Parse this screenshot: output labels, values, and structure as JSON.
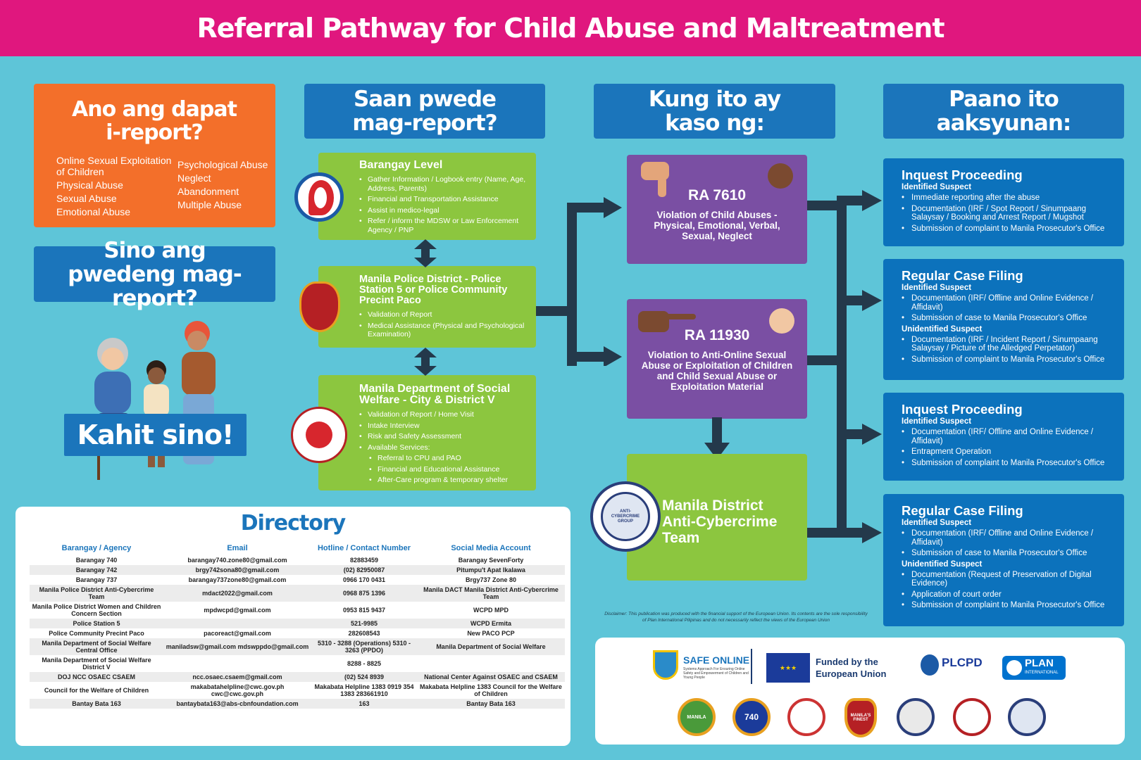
{
  "title": "Referral Pathway for Child Abuse and Maltreatment",
  "what_to_report": {
    "heading": "Ano ang dapat i-report?",
    "col1": [
      "Online Sexual Exploitation of Children",
      "Physical Abuse",
      "Sexual Abuse",
      "Emotional Abuse"
    ],
    "col2": [
      "Psychological Abuse",
      "Neglect",
      "Abandonment",
      "Multiple Abuse"
    ]
  },
  "who_can_report": {
    "heading": "Sino ang pwedeng mag-report?",
    "answer": "Kahit sino!"
  },
  "where_to_report": {
    "heading": "Saan pwede mag-report?",
    "barangay": {
      "title": "Barangay Level",
      "items": [
        "Gather Information / Logbook entry (Name, Age, Address, Parents)",
        "Financial and Transportation Assistance",
        "Assist in medico-legal",
        "Refer / inform the MDSW or Law Enforcement Agency / PNP"
      ]
    },
    "police": {
      "title": "Manila Police District - Police Station 5 or Police Community Precint Paco",
      "items": [
        "Validation of Report",
        "Medical Assistance (Physical and Psychological Examination)"
      ]
    },
    "dswd": {
      "title": "Manila Department of Social Welfare - City & District V",
      "items": [
        "Validation of Report / Home Visit",
        "Intake Interview",
        "Risk and Safety Assessment",
        "Available Services:"
      ],
      "subitems": [
        "Referral to CPU and PAO",
        "Financial and Educational Assistance",
        "After-Care program & temporary shelter"
      ]
    }
  },
  "case_of": {
    "heading": "Kung ito ay kaso ng:",
    "ra7610": {
      "title": "RA 7610",
      "desc": "Violation of Child Abuses - Physical, Emotional, Verbal, Sexual, Neglect"
    },
    "ra11930": {
      "title": "RA 11930",
      "desc": "Violation to Anti-Online Sexual Abuse or Exploitation of Children and Child Sexual Abuse or Exploitation Material"
    },
    "cyber": {
      "title": "Manila District Anti-Cybercrime Team",
      "seal_text": "ANTI-CYBERCRIME GROUP"
    }
  },
  "action": {
    "heading": "Paano ito aaksyunan:",
    "boxes": [
      {
        "title": "Inquest Proceeding",
        "groups": [
          {
            "label": "Identified Suspect",
            "items": [
              "Immediate reporting after the abuse",
              "Documentation (IRF / Spot Report / Sinumpaang Salaysay / Booking and  Arrest Report / Mugshot",
              "Submission of complaint to Manila Prosecutor's Office"
            ]
          }
        ]
      },
      {
        "title": "Regular Case Filing",
        "groups": [
          {
            "label": "Identified Suspect",
            "items": [
              "Documentation (IRF/ Offline and Online Evidence / Affidavit)",
              "Submission of case to Manila Prosecutor's Office"
            ]
          },
          {
            "label": "Unidentified Suspect",
            "items": [
              "Documentation (IRF / Incident Report / Sinumpaang Salaysay / Picture of the Alledged Perpetator)",
              "Submission of complaint to Manila Prosecutor's Office"
            ]
          }
        ]
      },
      {
        "title": "Inquest Proceeding",
        "groups": [
          {
            "label": "Identified Suspect",
            "items": [
              "Documentation (IRF/ Offline and Online Evidence / Affidavit)",
              "Entrapment Operation",
              "Submission of complaint to Manila Prosecutor's Office"
            ]
          }
        ]
      },
      {
        "title": "Regular Case Filing",
        "groups": [
          {
            "label": "Identified Suspect",
            "items": [
              "Documentation (IRF/ Offline and Online Evidence / Affidavit)",
              "Submission of case to Manila Prosecutor's Office"
            ]
          },
          {
            "label": "Unidentified Suspect",
            "items": [
              "Documentation (Request of Preservation of Digital Evidence)",
              "Application of court order",
              "Submission of complaint to Manila Prosecutor's Office"
            ]
          }
        ]
      }
    ]
  },
  "directory": {
    "heading": "Directory",
    "columns": [
      "Barangay / Agency",
      "Email",
      "Hotline / Contact Number",
      "Social Media Account"
    ],
    "rows": [
      [
        "Barangay 740",
        "barangay740.zone80@gmail.com",
        "82883459",
        "Barangay SevenForty"
      ],
      [
        "Barangay 742",
        "brgy742sona80@gmail.com",
        "(02) 82950087",
        "Pitumpu't Apat Ikalawa"
      ],
      [
        "Barangay 737",
        "barangay737zone80@gmail.com",
        "0966 170 0431",
        "Brgy737 Zone 80"
      ],
      [
        "Manila Police District Anti-Cybercrime Team",
        "mdact2022@gmail.com",
        "0968 875 1396",
        "Manila DACT Manila District Anti-Cybercrime Team"
      ],
      [
        "Manila Police District Women and Children Concern Section",
        "mpdwcpd@gmail.com",
        "0953 815 9437",
        "WCPD MPD"
      ],
      [
        "Police Station 5",
        "",
        "521-9985",
        "WCPD Ermita"
      ],
      [
        "Police Community Precint Paco",
        "pacoreact@gmail.com",
        "282608543",
        "New PACO PCP"
      ],
      [
        "Manila Department of Social Welfare Central Office",
        "maniladsw@gmail.com mdswppdo@gmail.com",
        "5310 - 3288 (Operations) 5310 - 3263 (PPDO)",
        "Manila Department of Social Welfare"
      ],
      [
        "Manila Department of Social Welfare District V",
        "",
        "8288 - 8825",
        ""
      ],
      [
        "DOJ NCC OSAEC CSAEM",
        "ncc.osaec.csaem@gmail.com",
        "(02) 524 8939",
        "National Center Against OSAEC and CSAEM"
      ],
      [
        "Council for the Welfare of Children",
        "makabatahelpline@cwc.gov.ph cwc@cwc.gov.ph",
        "Makabata Helpline 1383 0919 354 1383 283661910",
        "Makabata Helpline 1383 Council for the Welfare of Children"
      ],
      [
        "Bantay Bata 163",
        "bantaybata163@abs-cbnfoundation.com",
        "163",
        "Bantay Bata 163"
      ]
    ]
  },
  "disclaimer": "Disclaimer: This publication was produced with the financial support of the European Union. Its contents are the sole responsibility of Plan International Pilipinas and do not necessarily reflect the views of the European Union",
  "partners": {
    "safe_online": "SAFE ONLINE",
    "safe_online_sub": "Systems Approach For Ensuring Online Safety and Empowerment of Children and Young People",
    "eu": "Funded by the European Union",
    "plcpd": "PLCPD",
    "plan": "PLAN",
    "plan_sub": "INTERNATIONAL",
    "seal_740": "740",
    "seal_manila": "MANILA"
  },
  "manilas_finest": "MANILA'S FINEST",
  "colors": {
    "header": "#e0177e",
    "background": "#5ec5d8",
    "green": "#8cc63f",
    "purple": "#7a4fa3",
    "blue": "#0c72bc",
    "orange": "#f36f2a"
  }
}
